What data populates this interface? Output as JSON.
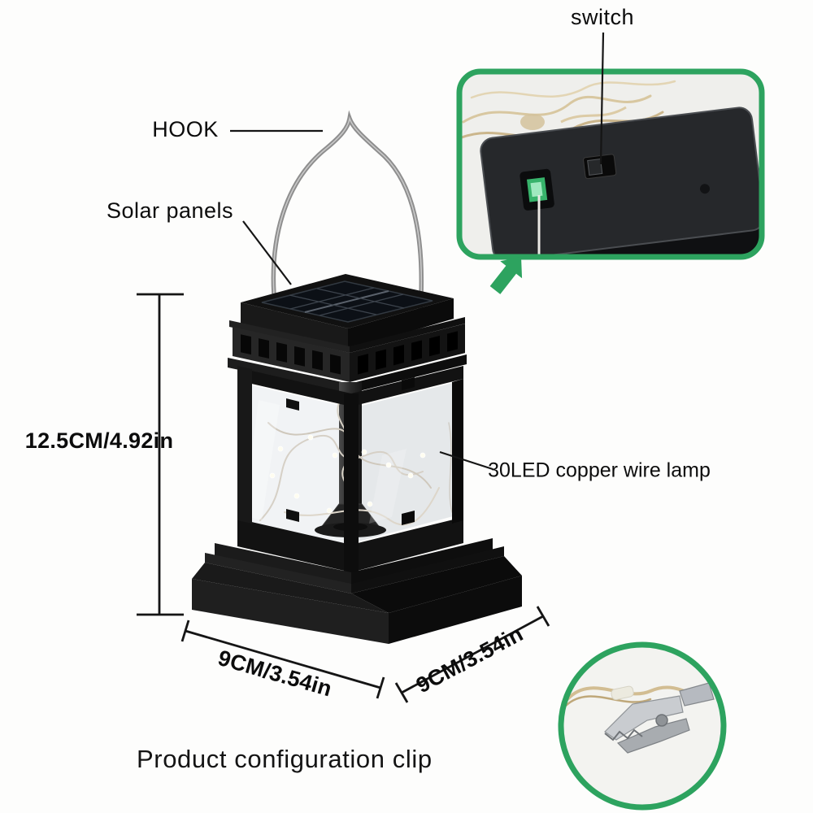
{
  "scene": {
    "background": "#fdfdfc",
    "accent_green": "#2da35f",
    "line_color": "#151515",
    "lantern_color": "#141414",
    "copper_wire_color": "#d8c9a8"
  },
  "callouts": {
    "switch": {
      "label": "switch"
    },
    "hook": {
      "label": "HOOK"
    },
    "solar_panels": {
      "label": "Solar panels"
    },
    "led_lamp": {
      "label": "30LED copper wire lamp"
    }
  },
  "dimensions": {
    "height": {
      "label": "12.5CM/4.92in"
    },
    "base_front": {
      "label": "9CM/3.54in"
    },
    "base_side": {
      "label": "9CM/3.54in"
    }
  },
  "caption": "Product configuration clip",
  "graphics": {
    "zoom_arrow": "zoom-arrow-icon",
    "switch_inset": "switch-detail-zoom",
    "clip_inset": "clip-detail-zoom"
  }
}
